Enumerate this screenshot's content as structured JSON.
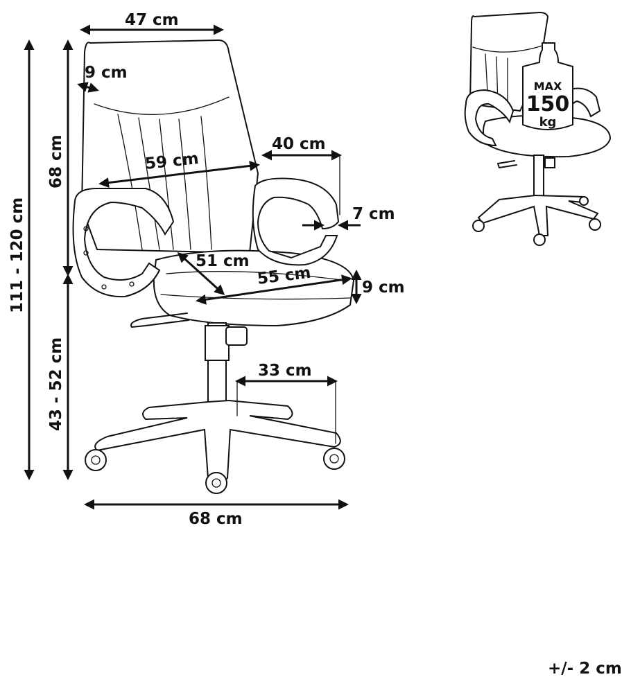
{
  "dimensions": {
    "width_top": "47 cm",
    "backrest_thickness": "9 cm",
    "backrest_height": "68 cm",
    "backrest_width": "59 cm",
    "armrest_depth": "40 cm",
    "armrest_width": "7 cm",
    "total_height": "111 - 120 cm",
    "seat_depth": "51 cm",
    "seat_width": "55 cm",
    "seat_thickness": "9 cm",
    "seat_height": "43 - 52 cm",
    "base_radius": "33 cm",
    "base_width": "68 cm"
  },
  "max_load": {
    "label": "MAX",
    "value": "150",
    "unit": "kg"
  },
  "tolerance": "+/- 2 cm"
}
